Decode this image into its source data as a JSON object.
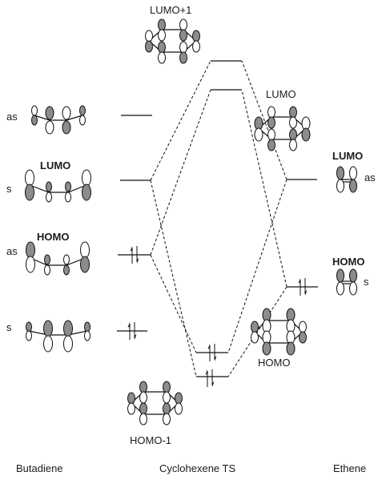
{
  "columns": {
    "butadiene": "Butadiene",
    "ts": "Cyclohexene TS",
    "ethene": "Ethene"
  },
  "butadiene_orbitals": [
    {
      "symmetry": "as",
      "label": ""
    },
    {
      "symmetry": "s",
      "label": "LUMO"
    },
    {
      "symmetry": "as",
      "label": "HOMO"
    },
    {
      "symmetry": "s",
      "label": ""
    }
  ],
  "ethene_orbitals": [
    {
      "symmetry": "as",
      "label": "LUMO"
    },
    {
      "symmetry": "s",
      "label": "HOMO"
    }
  ],
  "ts_orbital_labels": {
    "lumo_plus_1": "LUMO+1",
    "lumo": "LUMO",
    "homo": "HOMO",
    "homo_minus_1": "HOMO-1"
  },
  "colors": {
    "line": "#111111",
    "lobe_shaded": "#8c8c8c",
    "lobe_open": "#ffffff"
  }
}
